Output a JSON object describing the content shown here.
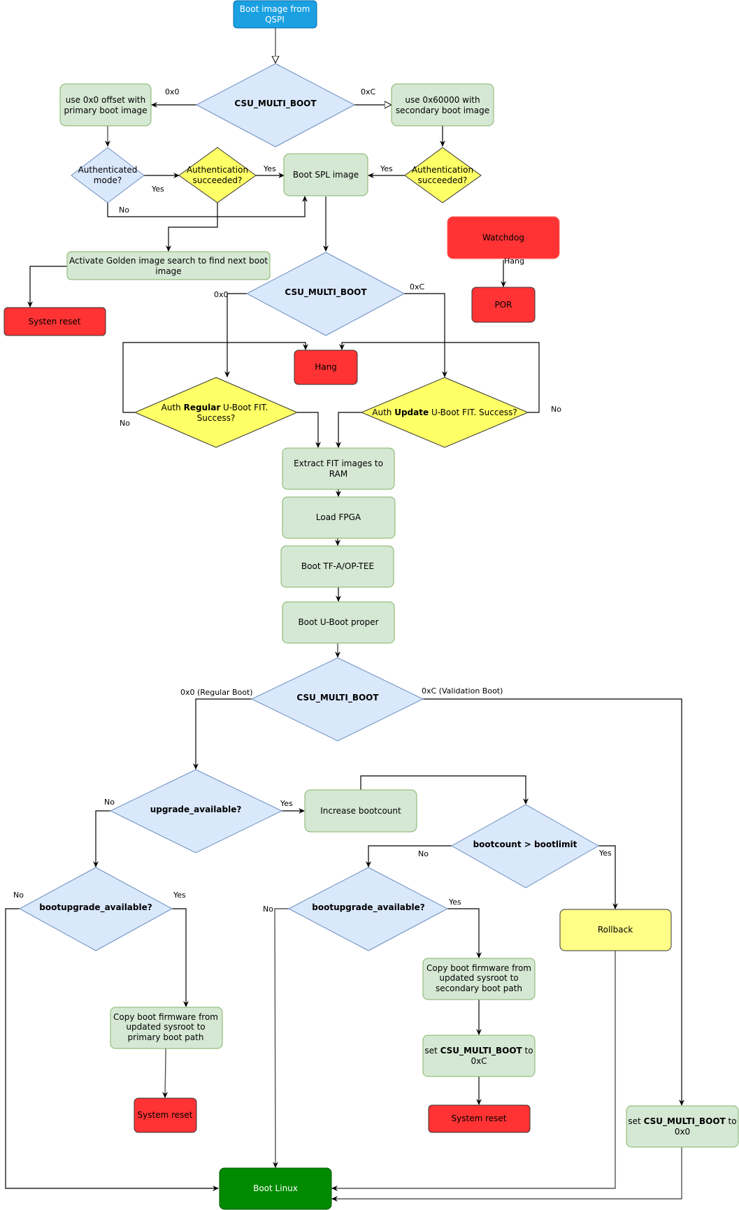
{
  "nodes": {
    "boot_qspi": [
      "Boot image from",
      "QSPI"
    ],
    "csu1": "CSU_MULTI_BOOT",
    "use_0x0": [
      "use 0x0 offset with",
      "primary boot image"
    ],
    "use_0x60000": [
      "use 0x60000 with",
      "secondary boot image"
    ],
    "auth_mode": [
      "Authenticated",
      "mode?"
    ],
    "auth_succ_left": [
      "Authentication",
      "succeeded?"
    ],
    "boot_spl": "Boot SPL image",
    "auth_succ_right": [
      "Authentication",
      "succeeded?"
    ],
    "watchdog": "Watchdog",
    "por": "POR",
    "golden": [
      "Activate Golden image search to find next boot",
      "image"
    ],
    "systen_reset": "Systen reset",
    "csu2": "CSU_MULTI_BOOT",
    "hang": "Hang",
    "auth_regular": {
      "pre": "Auth ",
      "bold": "Regular",
      "post": " U-Boot FIT.",
      "line2": "Success?"
    },
    "auth_update": {
      "pre": "Auth ",
      "bold": "Update",
      "post": " U-Boot FIT. Success?"
    },
    "extract_fit": [
      "Extract FIT images to",
      "RAM"
    ],
    "load_fpga": "Load FPGA",
    "boot_tfa": "Boot TF-A/OP-TEE",
    "boot_uboot": "Boot U-Boot proper",
    "csu3": "CSU_MULTI_BOOT",
    "upgrade_available": "upgrade_available?",
    "increase_bootcount": "Increase bootcount",
    "bootcount_gt": "bootcount > bootlimit",
    "bootupgrade_left": "bootupgrade_available?",
    "bootupgrade_mid": "bootupgrade_available?",
    "rollback": "Rollback",
    "copy_secondary": [
      "Copy boot firmware from",
      "updated sysroot to",
      "secondary boot path"
    ],
    "copy_primary": [
      "Copy boot firmware from",
      "updated sysroot to",
      "primary boot path"
    ],
    "set_csu_0xc": {
      "pre": "set ",
      "bold": "CSU_MULTI_BOOT",
      "post": " to",
      "line2": "0xC"
    },
    "set_csu_0x0": {
      "pre": "set ",
      "bold": "CSU_MULTI_BOOT",
      "post": " to",
      "line2": "0x0"
    },
    "system_reset_left": "System reset",
    "system_reset_mid": "System reset",
    "boot_linux": "Boot Linux"
  },
  "edge_labels": {
    "csu1_0x0": "0x0",
    "csu1_0xc": "0xC",
    "auth_mode_yes": "Yes",
    "auth_mode_no": "No",
    "auth_left_yes": "Yes",
    "auth_right_yes": "Yes",
    "watchdog_hang": "Hang",
    "csu2_0x0": "0x0",
    "csu2_0xc": "0xC",
    "regular_no": "No",
    "update_no": "No",
    "csu3_regular": "0x0 (Regular Boot)",
    "csu3_validation": "0xC (Validation Boot)",
    "upgrade_no": "No",
    "upgrade_yes": "Yes",
    "bootcount_no": "No",
    "bootcount_yes": "Yes",
    "bul_no": "No",
    "bul_yes": "Yes",
    "bum_no": "No",
    "bum_yes": "Yes"
  },
  "colors": {
    "start": "#1ba1e2",
    "process": "#d5e8d4",
    "decision": "#dae8fc",
    "auth_decision": "#ffff66",
    "error": "#ff3333",
    "rollback": "#ffff88",
    "boot_linux": "#008a00"
  }
}
